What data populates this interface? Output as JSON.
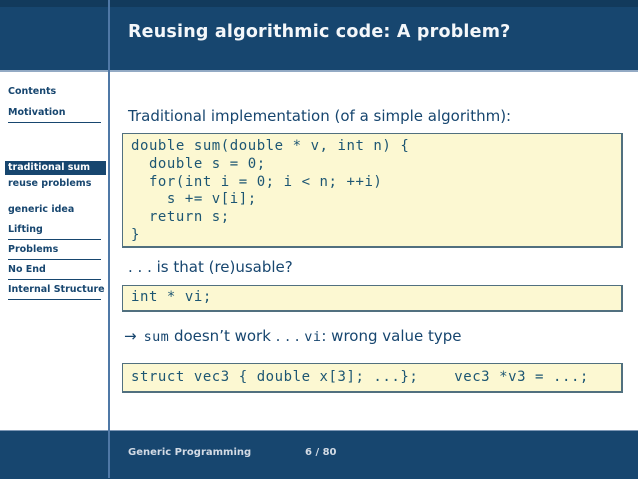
{
  "slide": {
    "title": "Reusing algorithmic code: A problem?",
    "footer": {
      "left": "Generic Programming",
      "page": "6 / 80"
    }
  },
  "sidebar": {
    "items": [
      {
        "label": "Contents",
        "underline": false,
        "active": false
      },
      {
        "label": "Motivation",
        "underline": true,
        "active": false
      },
      {
        "label": "traditional sum",
        "underline": false,
        "active": true
      },
      {
        "label": "reuse problems",
        "underline": false,
        "active": false
      },
      {
        "label": "generic idea",
        "underline": false,
        "active": false
      },
      {
        "label": "Lifting",
        "underline": true,
        "active": false
      },
      {
        "label": "Problems",
        "underline": true,
        "active": false
      },
      {
        "label": "No End",
        "underline": true,
        "active": false
      },
      {
        "label": "Internal Structure",
        "underline": true,
        "active": false
      }
    ]
  },
  "content": {
    "heading": "Traditional implementation (of a simple algorithm):",
    "code_sum": "double sum(double * v, int n) {\n  double s = 0;\n  for(int i = 0; i < n; ++i)\n    s += v[i];\n  return s;\n}",
    "question": ". . . is that (re)usable?",
    "code_vi": "int * vi;",
    "conclusion": {
      "arrow": "→",
      "code_sum": "sum",
      "mid": " doesn’t work . . . ",
      "code_vi": "vi",
      "suffix": ": wrong value type"
    },
    "code_vec3": "struct vec3 { double x[3]; ...};    vec3 *v3 = ...;"
  },
  "colors": {
    "header_bg": "#17466F",
    "header_top_strip": "#123A5C",
    "accent_text": "#17466F",
    "title_text": "#F4F7FA",
    "code_bg": "#FCF8D2",
    "code_border": "#51707F",
    "code_text": "#1D5673",
    "divider": "#4F78A6",
    "separator_line": "#93AAC4",
    "footer_text": "#D3DBE5",
    "active_item_bg": "#17466F",
    "active_item_text": "#FFFFFF"
  }
}
